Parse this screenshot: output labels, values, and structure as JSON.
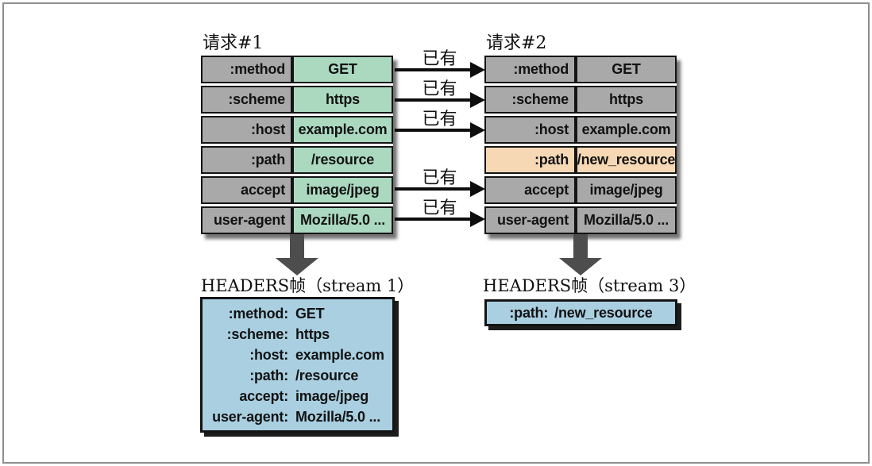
{
  "request1": {
    "title": "请求#1",
    "rows": [
      {
        "name": ":method",
        "value": "GET"
      },
      {
        "name": ":scheme",
        "value": "https"
      },
      {
        "name": ":host",
        "value": "example.com"
      },
      {
        "name": ":path",
        "value": "/resource"
      },
      {
        "name": "accept",
        "value": "image/jpeg"
      },
      {
        "name": "user-agent",
        "value": "Mozilla/5.0 ..."
      }
    ]
  },
  "request2": {
    "title": "请求#2",
    "rows": [
      {
        "name": ":method",
        "value": "GET"
      },
      {
        "name": ":scheme",
        "value": "https"
      },
      {
        "name": ":host",
        "value": "example.com"
      },
      {
        "name": ":path",
        "value": "/new_resource"
      },
      {
        "name": "accept",
        "value": "image/jpeg"
      },
      {
        "name": "user-agent",
        "value": "Mozilla/5.0 ..."
      }
    ]
  },
  "arrows": [
    {
      "label": "已有"
    },
    {
      "label": "已有"
    },
    {
      "label": "已有"
    },
    {
      "label": "已有"
    },
    {
      "label": "已有"
    }
  ],
  "frame1": {
    "title": "HEADERS帧（stream 1）",
    "lines": [
      {
        "name": ":method:",
        "value": "GET"
      },
      {
        "name": ":scheme:",
        "value": "https"
      },
      {
        "name": ":host:",
        "value": "example.com"
      },
      {
        "name": ":path:",
        "value": "/resource"
      },
      {
        "name": "accept:",
        "value": "image/jpeg"
      },
      {
        "name": "user-agent:",
        "value": "Mozilla/5.0 ..."
      }
    ]
  },
  "frame2": {
    "title": "HEADERS帧（stream 3）",
    "lines": [
      {
        "name": ":path:",
        "value": "/new_resource"
      }
    ]
  },
  "colors": {
    "header_name_cell": "#a9a9a9",
    "reused_value_cell": "#aad9c0",
    "changed_value_cell": "#f6d8b4",
    "frame_box": "#a9cfe1"
  }
}
